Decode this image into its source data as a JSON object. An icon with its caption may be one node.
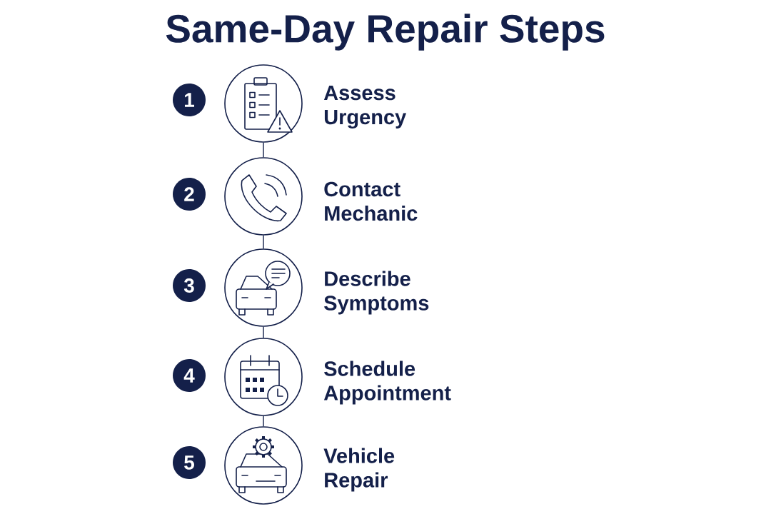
{
  "diagram": {
    "title": "Same-Day Repair Steps",
    "nodes": [
      {
        "text": [
          "1"
        ]
      },
      {
        "text": [],
        "shape": "circle",
        "beside": [
          "Assess Urgency"
        ]
      },
      {
        "text": [
          "2"
        ]
      },
      {
        "text": [],
        "shape": "circle",
        "beside": [
          "Contact Mechanic"
        ]
      },
      {
        "text": [
          "3"
        ]
      },
      {
        "text": [],
        "shape": "circle",
        "beside": [
          "Describe Symptoms"
        ]
      },
      {
        "text": [
          "4"
        ]
      },
      {
        "text": [],
        "shape": "circle",
        "beside": [
          "Schedule Appointment"
        ]
      },
      {
        "text": [
          "5"
        ]
      },
      {
        "text": [],
        "shape": "circle",
        "beside": [
          "Vehicle Repair"
        ]
      }
    ],
    "edges": [
      {
        "from": 1,
        "to": 3,
        "arrow": "none"
      },
      {
        "from": 3,
        "to": 5,
        "arrow": "none"
      },
      {
        "from": 5,
        "to": 7,
        "arrow": "none"
      },
      {
        "from": 7,
        "to": 9,
        "arrow": "none"
      }
    ]
  }
}
